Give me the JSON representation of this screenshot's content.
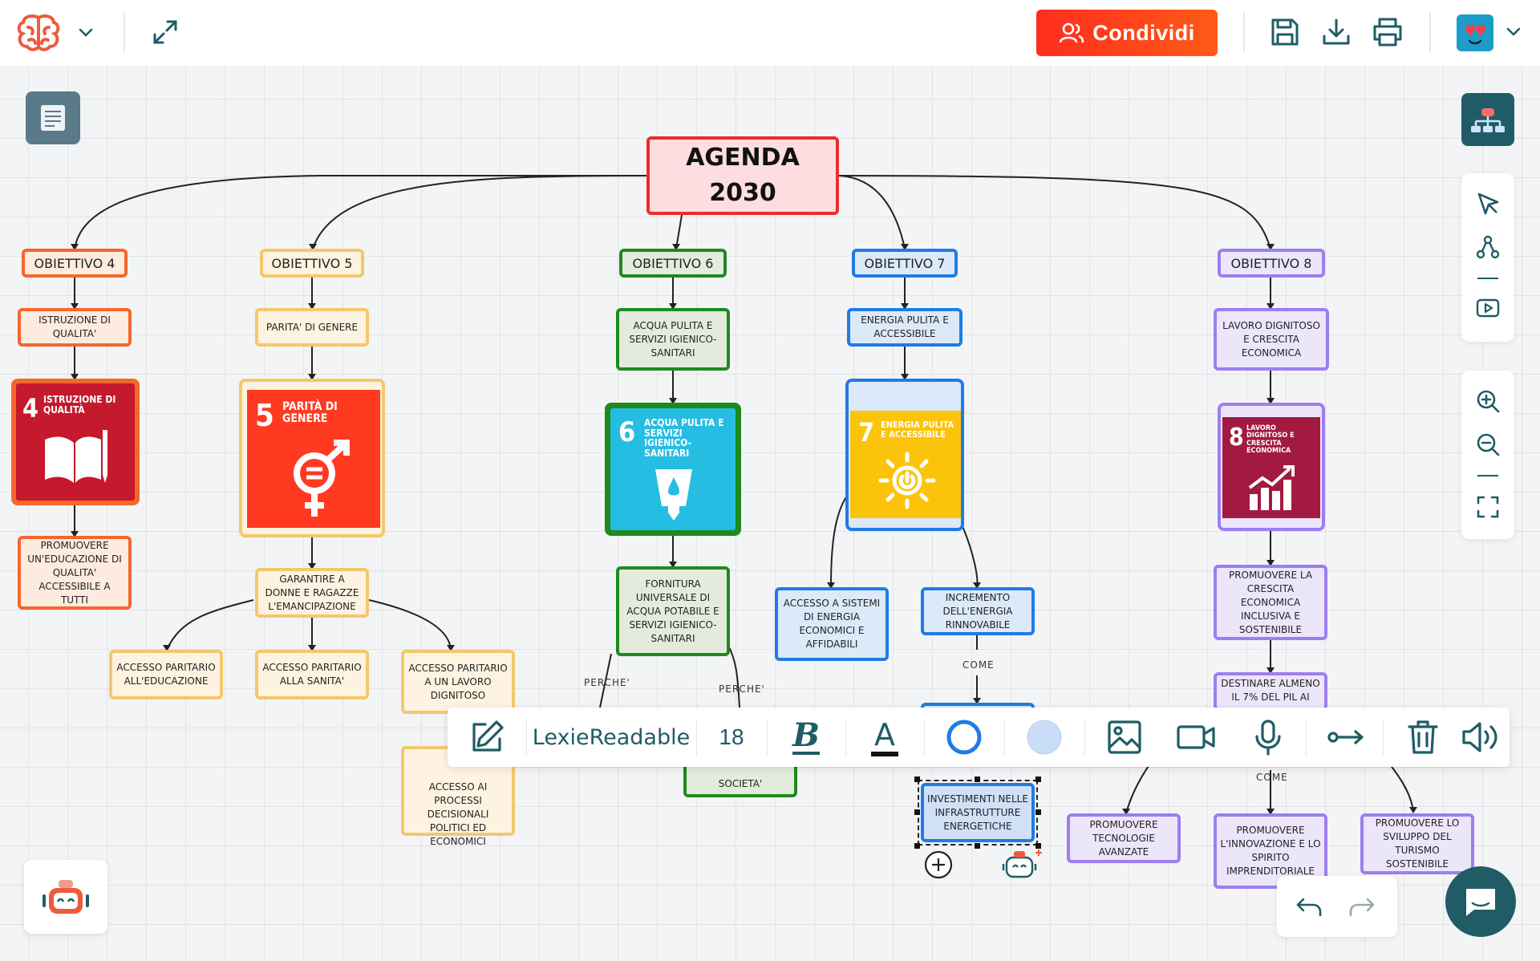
{
  "topbar": {
    "share_label": "Condividi",
    "icons": [
      "brain-logo-icon",
      "chevron-down-icon",
      "expand-icon",
      "users-icon",
      "save-icon",
      "download-icon",
      "print-icon",
      "avatar",
      "chevron-down-icon"
    ]
  },
  "map": {
    "root": {
      "line1": "AGENDA",
      "line2": "2030"
    },
    "goals": [
      {
        "label": "OBIETTIVO 4",
        "topic": "ISTRUZIONE DI QUALITA'",
        "card_number": "4",
        "card_title": "ISTRUZIONE DI QUALITÀ",
        "color": "#c5192d",
        "detail": "PROMUOVERE UN'EDUCAZIONE DI QUALITA' ACCESSIBILE A TUTTI"
      },
      {
        "label": "OBIETTIVO 5",
        "topic": "PARITA' DI GENERE",
        "card_number": "5",
        "card_title": "PARITÀ DI GENERE",
        "color": "#ff3a21",
        "detail": "GARANTIRE A DONNE E RAGAZZE L'EMANCIPAZIONE",
        "subs": [
          "ACCESSO PARITARIO ALL'EDUCAZIONE",
          "ACCESSO PARITARIO ALLA SANITA'",
          "ACCESSO PARITARIO A UN LAVORO DIGNITOSO",
          "ACCESSO AI PROCESSI DECISIONALI POLITICI ED ECONOMICI"
        ]
      },
      {
        "label": "OBIETTIVO 6",
        "topic": "ACQUA PULITA E SERVIZI IGIENICO-SANITARI",
        "card_number": "6",
        "card_title": "ACQUA PULITA E SERVIZI IGIENICO-SANITARI",
        "color": "#26bde2",
        "detail": "FORNITURA UNIVERSALE DI ACQUA POTABILE E SERVIZI IGIENICO-SANITARI",
        "edge_labels": [
          "PERCHE'",
          "PERCHE'"
        ],
        "sub_partial": "SOCIETA'"
      },
      {
        "label": "OBIETTIVO 7",
        "topic": "ENERGIA PULITA E ACCESSIBILE",
        "card_number": "7",
        "card_title": "ENERGIA PULITA E ACCESSIBILE",
        "color": "#fcc30b",
        "details": [
          "ACCESSO A SISTEMI DI ENERGIA ECONOMICI E AFFIDABILI",
          "INCREMENTO DELL'ENERGIA RINNOVABILE"
        ],
        "edge_label": "COME",
        "selected": "INVESTIMENTI NELLE INFRASTRUTTURE ENERGETICHE",
        "sub2": "PROMUOVERE TECNOLOGIE AVANZATE"
      },
      {
        "label": "OBIETTIVO 8",
        "topic": "LAVORO DIGNITOSO E CRESCITA ECONOMICA",
        "card_number": "8",
        "card_title": "LAVORO DIGNITOSO E CRESCITA ECONOMICA",
        "color": "#a21942",
        "detail": "PROMUOVERE LA CRESCITA ECONOMICA INCLUSIVA E SOSTENIBILE",
        "detail2": "DESTINARE ALMENO IL 7% DEL PIL AI",
        "edge_label": "COME",
        "subs": [
          "PROMUOVERE L'INNOVAZIONE E LO SPIRITO IMPRENDITORIALE",
          "PROMUOVERE LO SVILUPPO DEL TURISMO SOSTENIBILE"
        ]
      }
    ]
  },
  "toolbar": {
    "font_name": "LexieReadable",
    "font_size": "18",
    "bold_glyph": "B",
    "text_color_glyph": "A",
    "border_color": "#1f7ce6",
    "fill_color": "#c9dcf8"
  },
  "colors": {
    "accent": "#ff3a21",
    "teal": "#1f5c66"
  }
}
